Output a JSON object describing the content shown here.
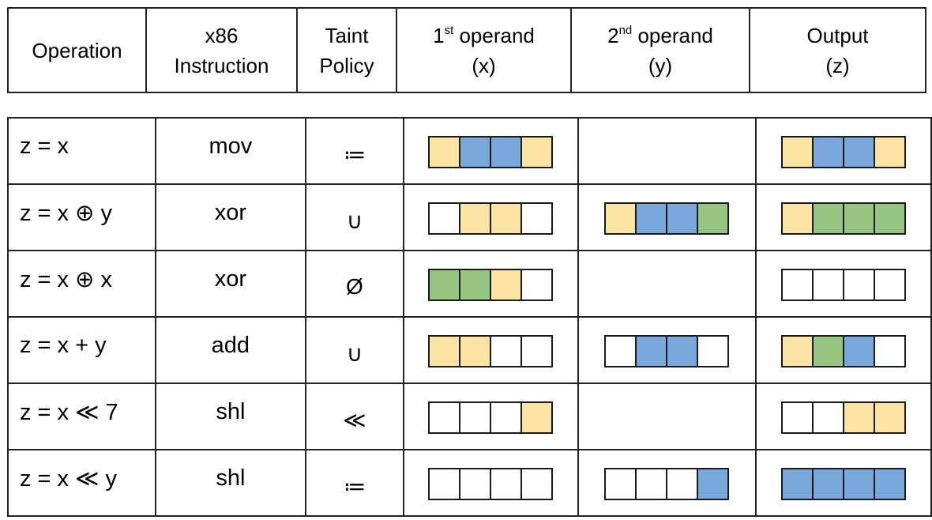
{
  "colors": {
    "Y": "#fbe4a2",
    "B": "#78a8dc",
    "G": "#96c582",
    "W": "#ffffff"
  },
  "header": {
    "operation": "Operation",
    "instruction_line1": "x86",
    "instruction_line2": "Instruction",
    "policy_line1": "Taint",
    "policy_line2": "Policy",
    "first_operand_prefix": "1",
    "first_operand_sup": "st",
    "first_operand_text": " operand",
    "first_operand_var": "(x)",
    "second_operand_prefix": "2",
    "second_operand_sup": "nd",
    "second_operand_text": " operand",
    "second_operand_var": "(y)",
    "output_line1": "Output",
    "output_line2": "(z)"
  },
  "rows": [
    {
      "operation": "z = x",
      "instruction": "mov",
      "policy": "≔",
      "x": [
        "Y",
        "B",
        "B",
        "Y"
      ],
      "y": null,
      "z": [
        "Y",
        "B",
        "B",
        "Y"
      ]
    },
    {
      "operation": "z = x ⊕ y",
      "instruction": "xor",
      "policy": "∪",
      "x": [
        "W",
        "Y",
        "Y",
        "W"
      ],
      "y": [
        "Y",
        "B",
        "B",
        "G"
      ],
      "z": [
        "Y",
        "G",
        "G",
        "G"
      ]
    },
    {
      "operation": "z = x ⊕ x",
      "instruction": "xor",
      "policy": "Ø",
      "x": [
        "G",
        "G",
        "Y",
        "W"
      ],
      "y": null,
      "z": [
        "W",
        "W",
        "W",
        "W"
      ]
    },
    {
      "operation": "z = x + y",
      "instruction": "add",
      "policy": "∪",
      "x": [
        "Y",
        "Y",
        "W",
        "W"
      ],
      "y": [
        "W",
        "B",
        "B",
        "W"
      ],
      "z": [
        "Y",
        "G",
        "B",
        "W"
      ]
    },
    {
      "operation": "z = x ≪ 7",
      "instruction": "shl",
      "policy": "≪",
      "x": [
        "W",
        "W",
        "W",
        "Y"
      ],
      "y": null,
      "z": [
        "W",
        "W",
        "Y",
        "Y"
      ]
    },
    {
      "operation": "z = x ≪ y",
      "instruction": "shl",
      "policy": "≔",
      "x": [
        "W",
        "W",
        "W",
        "W"
      ],
      "y": [
        "W",
        "W",
        "W",
        "B"
      ],
      "z": [
        "B",
        "B",
        "B",
        "B"
      ]
    }
  ]
}
